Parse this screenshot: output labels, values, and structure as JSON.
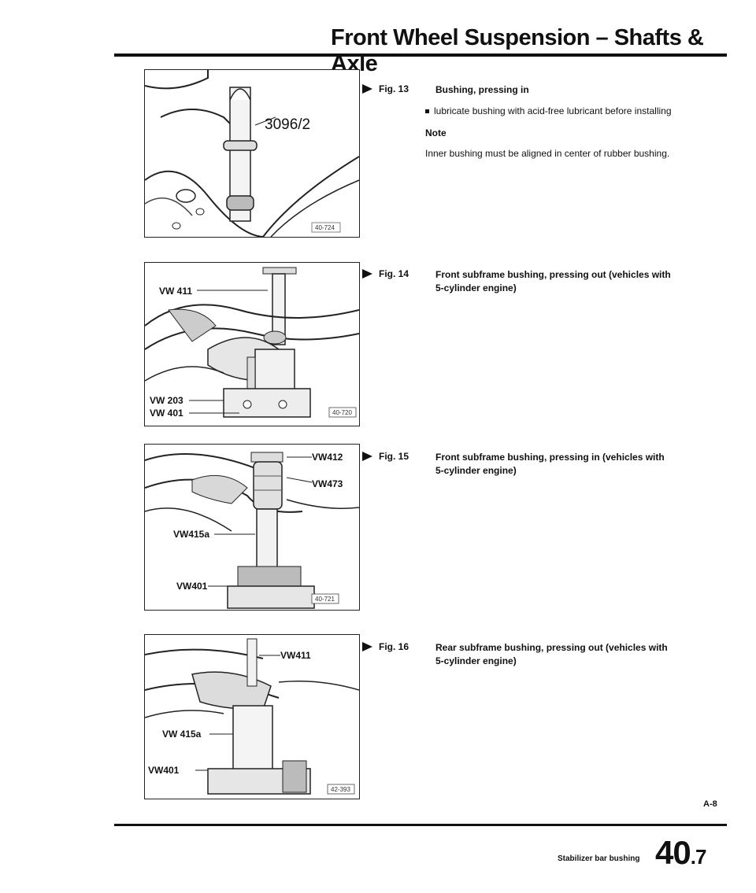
{
  "header": {
    "title": "Front Wheel Suspension – Shafts & Axle"
  },
  "figures": [
    {
      "number": "Fig. 13",
      "title": "Bushing, pressing in",
      "bullet": "lubricate bushing with acid-free lubricant before installing",
      "note_heading": "Note",
      "note_text": "Inner bushing must be aligned in center of rubber bushing.",
      "image_labels": [
        "3096/2"
      ],
      "image_code": "40-724"
    },
    {
      "number": "Fig. 14",
      "title": "Front subframe bushing, pressing out (vehicles with 5-cylinder engine)",
      "image_labels": [
        "VW 411",
        "VW 203",
        "VW 401"
      ],
      "image_code": "40-720"
    },
    {
      "number": "Fig. 15",
      "title": "Front subframe bushing, pressing in (vehicles with 5-cylinder engine)",
      "image_labels": [
        "VW412",
        "VW473",
        "VW415a",
        "VW401"
      ],
      "image_code": "40-721"
    },
    {
      "number": "Fig. 16",
      "title": "Rear subframe bushing, pressing out (vehicles with 5-cylinder engine)",
      "image_labels": [
        "VW411",
        "VW 415a",
        "VW401"
      ],
      "image_code": "42-393"
    }
  ],
  "footer": {
    "page_ref": "A-8",
    "section": "Stabilizer bar bushing",
    "page_main": "40",
    "page_sub": ".7"
  }
}
